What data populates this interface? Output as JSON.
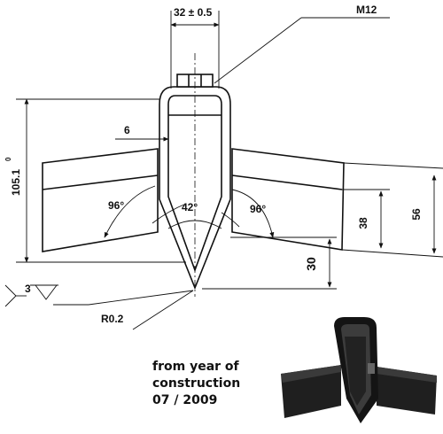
{
  "dimensions": {
    "top_width": "32 ± 0.5",
    "thread": "M12",
    "height": "105.1",
    "height_tol": "0",
    "tip_width": "6",
    "angle_left": "96°",
    "angle_tip": "42°",
    "angle_right": "96°",
    "side_38": "38",
    "side_56": "56",
    "depth_30": "30",
    "radius": "R0.2",
    "surface_value": "3"
  },
  "caption": {
    "line1": "from year of",
    "line2": "construction",
    "line3": "07 / 2009"
  },
  "colors": {
    "line": "#111111",
    "photo_dark": "#1a1a1a",
    "photo_mid": "#444444"
  }
}
